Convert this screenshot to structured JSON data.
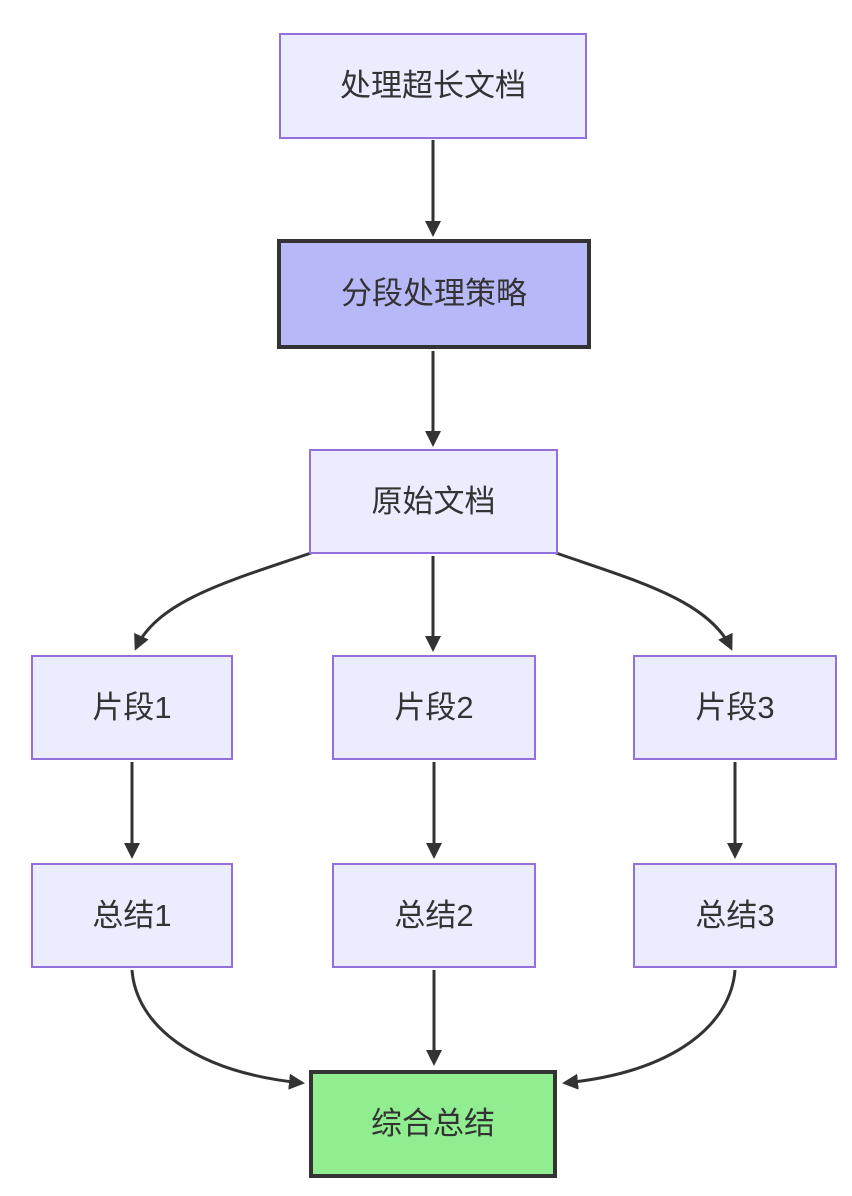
{
  "diagram_type": "flowchart-top-down",
  "nodes": [
    {
      "id": "A",
      "label": "处理超长文档",
      "style": "default"
    },
    {
      "id": "B",
      "label": "分段处理策略",
      "style": "strategy"
    },
    {
      "id": "C",
      "label": "原始文档",
      "style": "default"
    },
    {
      "id": "D",
      "label": "片段1",
      "style": "default"
    },
    {
      "id": "E",
      "label": "片段2",
      "style": "default"
    },
    {
      "id": "F",
      "label": "片段3",
      "style": "default"
    },
    {
      "id": "G",
      "label": "总结1",
      "style": "default"
    },
    {
      "id": "H",
      "label": "总结2",
      "style": "default"
    },
    {
      "id": "I",
      "label": "总结3",
      "style": "default"
    },
    {
      "id": "J",
      "label": "综合总结",
      "style": "final"
    }
  ],
  "edges": [
    {
      "from": "处理超长文档",
      "to": "分段处理策略"
    },
    {
      "from": "分段处理策略",
      "to": "原始文档"
    },
    {
      "from": "原始文档",
      "to": "片段1"
    },
    {
      "from": "原始文档",
      "to": "片段2"
    },
    {
      "from": "原始文档",
      "to": "片段3"
    },
    {
      "from": "片段1",
      "to": "总结1"
    },
    {
      "from": "片段2",
      "to": "总结2"
    },
    {
      "from": "片段3",
      "to": "总结3"
    },
    {
      "from": "总结1",
      "to": "综合总结"
    },
    {
      "from": "总结2",
      "to": "综合总结"
    },
    {
      "from": "总结3",
      "to": "综合总结"
    }
  ],
  "colors": {
    "node_fill": "#ECECFF",
    "node_border": "#9370DB",
    "strategy_fill": "#B6B8F8",
    "final_fill": "#90EE90",
    "emphasis_border": "#333333",
    "edge_color": "#333333",
    "text_color": "#333333",
    "background": "#FFFFFF"
  }
}
